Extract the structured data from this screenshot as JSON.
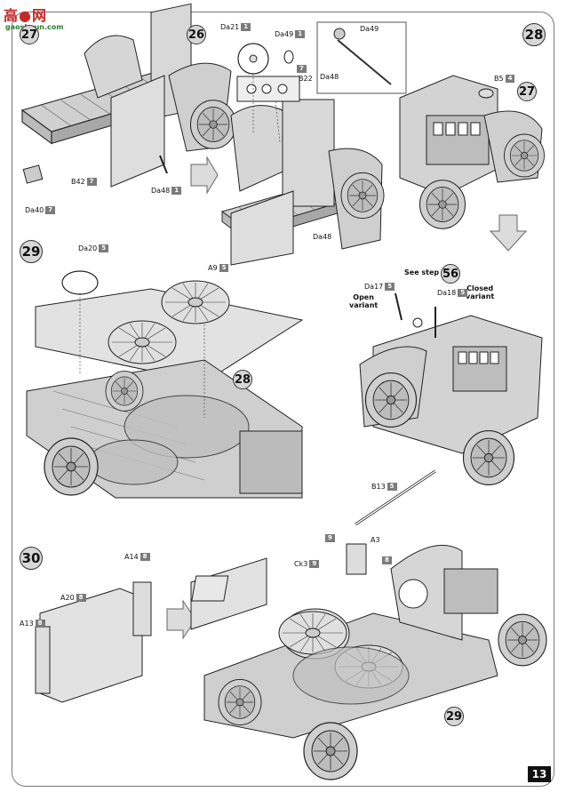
{
  "watermark": {
    "logo": "高●网",
    "url": "gaoshoun.com"
  },
  "page_number": "13",
  "steps": {
    "s26": "26",
    "s27": "27",
    "s27b": "27",
    "s28": "28",
    "s28b": "28",
    "s29": "29",
    "s29b": "29",
    "s30": "30",
    "s56": "56"
  },
  "notes": {
    "see_step": "See step",
    "open": "Open\nvariant",
    "closed": "Closed\nvariant"
  },
  "parts": [
    {
      "id": "da21",
      "name": "Da21",
      "num": "1"
    },
    {
      "id": "da49a",
      "name": "Da49",
      "num": "1"
    },
    {
      "id": "da49b",
      "name": "Da49",
      "num": ""
    },
    {
      "id": "da48a",
      "name": "Da48",
      "num": ""
    },
    {
      "id": "b22",
      "name": "B22",
      "num": "7"
    },
    {
      "id": "b42",
      "name": "B42",
      "num": "7"
    },
    {
      "id": "da48b",
      "name": "Da48",
      "num": "1"
    },
    {
      "id": "da40",
      "name": "Da40",
      "num": "7"
    },
    {
      "id": "da48c",
      "name": "Da48",
      "num": ""
    },
    {
      "id": "b5",
      "name": "B5",
      "num": "4"
    },
    {
      "id": "da20",
      "name": "Da20",
      "num": "5"
    },
    {
      "id": "a9",
      "name": "A9",
      "num": "5"
    },
    {
      "id": "da17",
      "name": "Da17",
      "num": "5"
    },
    {
      "id": "da18",
      "name": "Da18",
      "num": "5"
    },
    {
      "id": "b13",
      "name": "B13",
      "num": "5"
    },
    {
      "id": "a14",
      "name": "A14",
      "num": "8"
    },
    {
      "id": "a20",
      "name": "A20",
      "num": "8"
    },
    {
      "id": "a13",
      "name": "A13",
      "num": "8"
    },
    {
      "id": "ck3",
      "name": "Ck3",
      "num": "9"
    },
    {
      "id": "a3",
      "name": "A3",
      "num": "9"
    },
    {
      "id": "a3b",
      "name": "",
      "num": "8"
    },
    {
      "id": "b22b",
      "name": "",
      "num": "7"
    }
  ]
}
